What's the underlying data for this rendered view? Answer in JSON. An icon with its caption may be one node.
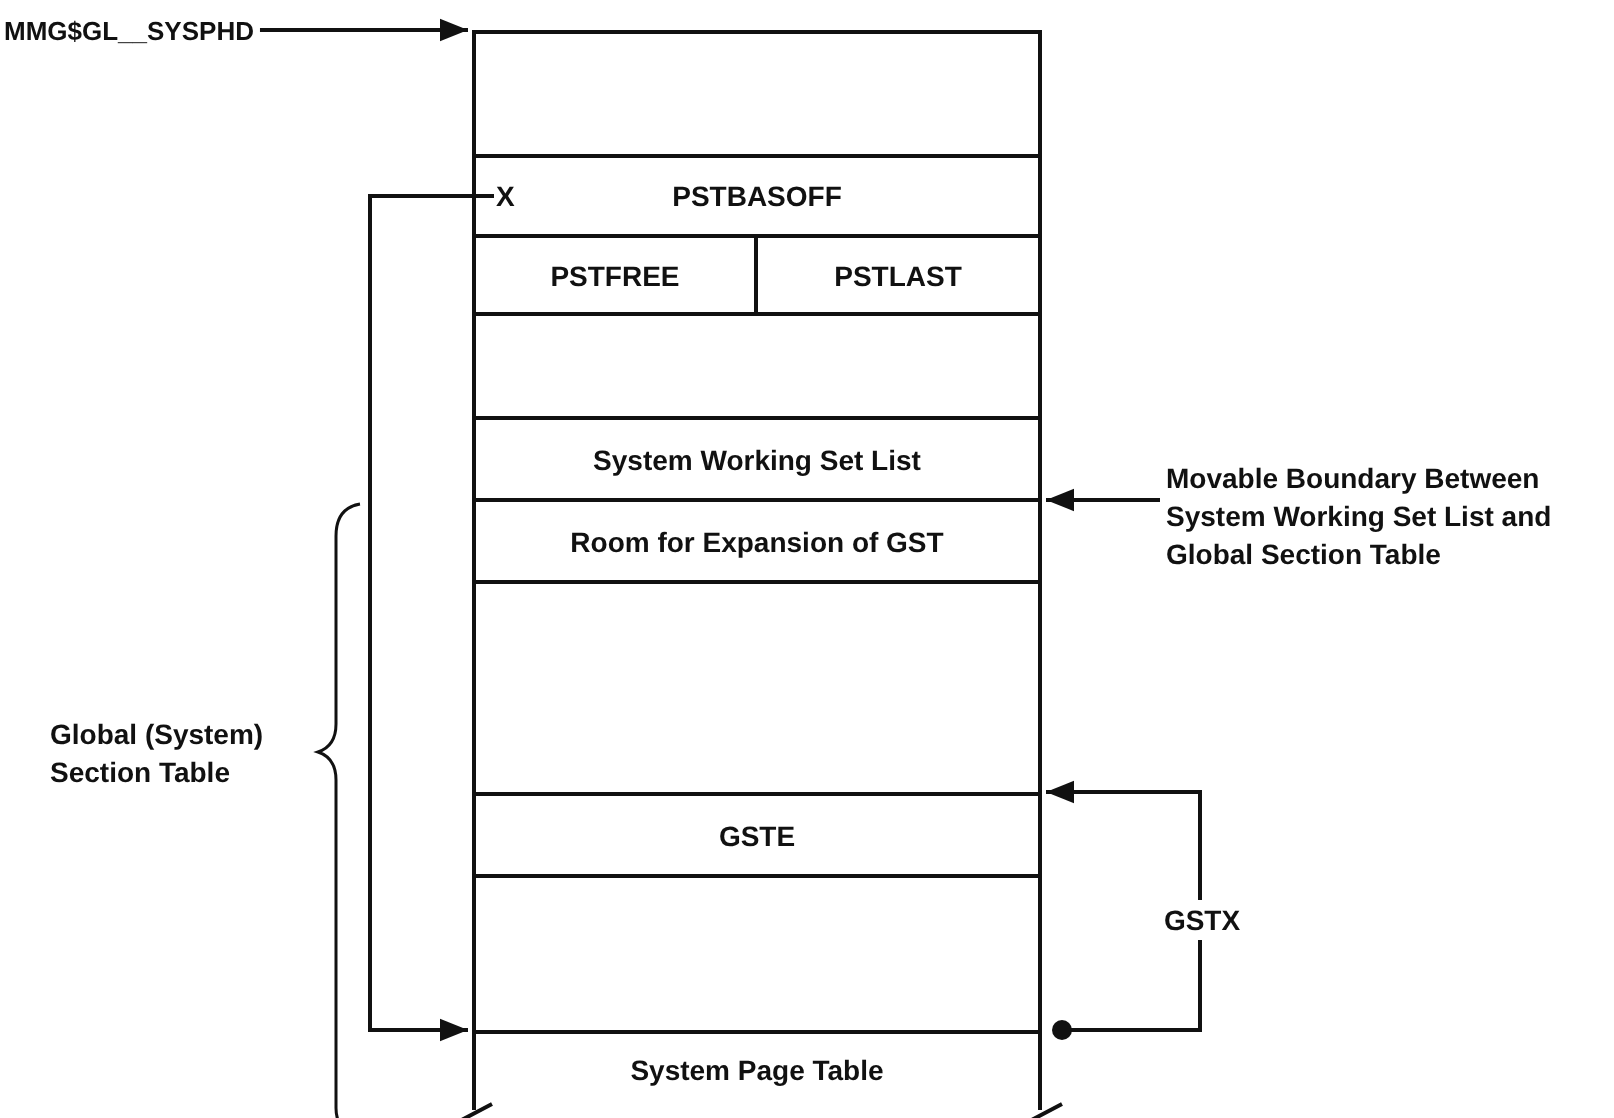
{
  "diagram": {
    "nodes": [
      {
        "text": [
          "MMG$GL__SYSPHD"
        ]
      },
      {
        "text": [],
        "shape": "box"
      },
      {
        "text": [
          "PSTBASOFF"
        ]
      },
      {
        "text": [
          "X"
        ],
        "in": 2
      },
      {
        "text": [
          "PSTFREE"
        ]
      },
      {
        "text": [
          "PSTLAST"
        ]
      },
      {
        "text": [],
        "shape": "box"
      },
      {
        "text": [
          "System Working Set List"
        ]
      },
      {
        "text": [
          "Room for Expansion of GST"
        ]
      },
      {
        "text": [],
        "shape": "box"
      },
      {
        "text": [
          "GSTE"
        ]
      },
      {
        "text": [],
        "shape": "box"
      },
      {
        "text": [
          "System Page Table"
        ]
      },
      {
        "text": [
          "Movable Boundary Between System Working Set List and Global Section Table"
        ]
      }
    ],
    "edges": [
      {
        "from": 0,
        "to": 1,
        "arrow": "to"
      },
      {
        "from": 3,
        "to": 12,
        "arrow": "to"
      },
      {
        "from": 13,
        "to": 7,
        "arrow": "to"
      },
      {
        "from": 12,
        "to": 10,
        "arrow": "to",
        "label": "GSTX"
      }
    ],
    "labels": [
      "Global (System) Section Table"
    ]
  }
}
